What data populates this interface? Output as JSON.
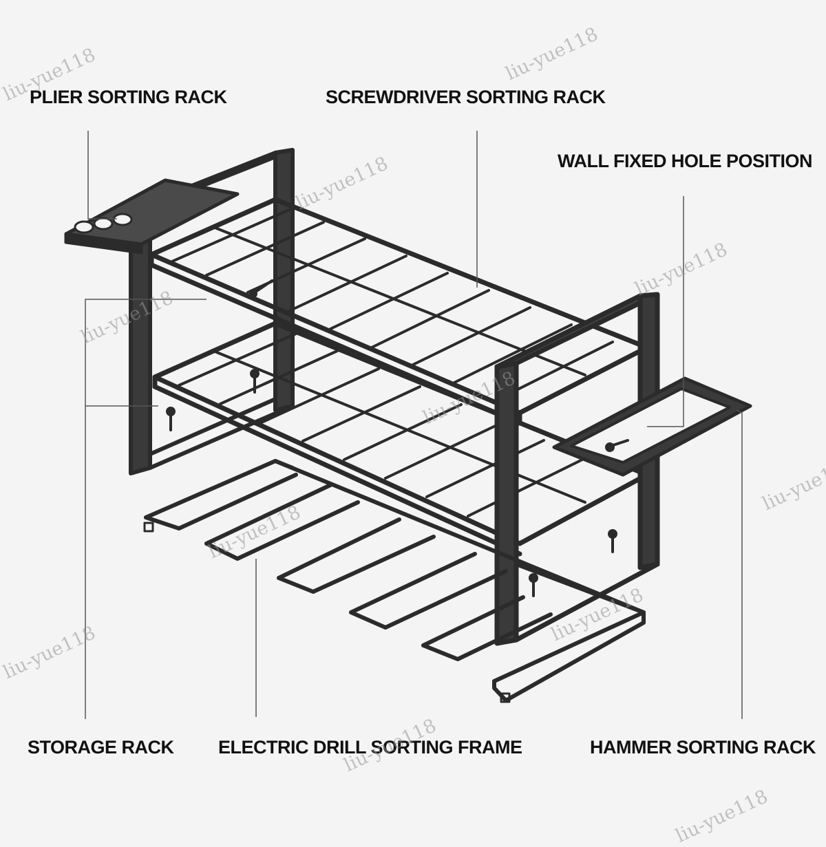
{
  "labels": {
    "plier": "PLIER SORTING RACK",
    "screwdriver": "SCREWDRIVER SORTING RACK",
    "wall_hole": "WALL FIXED HOLE POSITION",
    "storage": "STORAGE RACK",
    "drill": "ELECTRIC DRILL SORTING FRAME",
    "hammer": "HAMMER SORTING RACK"
  },
  "watermark": "liu-yue118",
  "colors": {
    "frame": "#2b2b2b",
    "leader": "#555555",
    "background": "#f4f4f4"
  }
}
